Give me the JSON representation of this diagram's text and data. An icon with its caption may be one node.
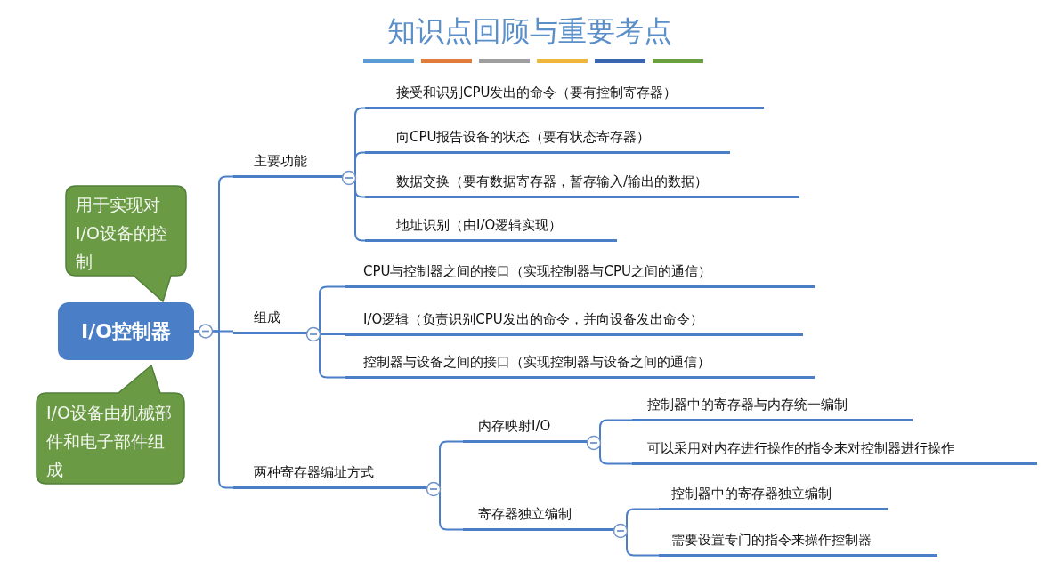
{
  "diagram": {
    "title": "知识点回顾与重要考点",
    "nodes": [
      {
        "text": [
          "I/O控制器"
        ]
      },
      {
        "text": [
          "用于实现对I/O设备的控制"
        ]
      },
      {
        "text": [
          "I/O设备由机械部件和电子部件组成"
        ]
      },
      {
        "text": [
          "主要功能"
        ]
      },
      {
        "text": [
          "接受和识别CPU发出的命令（要有控制寄存器）"
        ]
      },
      {
        "text": [
          "向CPU报告设备的状态（要有状态寄存器）"
        ]
      },
      {
        "text": [
          "数据交换（要有数据寄存器，暂存输入/输出的数据）"
        ]
      },
      {
        "text": [
          "地址识别（由I/O逻辑实现）"
        ]
      },
      {
        "text": [
          "组成"
        ]
      },
      {
        "text": [
          "CPU与控制器之间的接口（实现控制器与CPU之间的通信）"
        ]
      },
      {
        "text": [
          "I/O逻辑（负责识别CPU发出的命令，并向设备发出命令）"
        ]
      },
      {
        "text": [
          "控制器与设备之间的接口（实现控制器与设备之间的通信）"
        ]
      },
      {
        "text": [
          "两种寄存器编址方式"
        ]
      },
      {
        "text": [
          "内存映射I/O"
        ]
      },
      {
        "text": [
          "控制器中的寄存器与内存统一编制"
        ]
      },
      {
        "text": [
          "可以采用对内存进行操作的指令来对控制器进行操作"
        ]
      },
      {
        "text": [
          "寄存器独立编制"
        ]
      },
      {
        "text": [
          "控制器中的寄存器独立编制"
        ]
      },
      {
        "text": [
          "需要设置专门的指令来操作控制器"
        ]
      }
    ],
    "edges": [
      {
        "from": 0,
        "to": 3,
        "arrow": "none"
      },
      {
        "from": 0,
        "to": 8,
        "arrow": "none"
      },
      {
        "from": 0,
        "to": 12,
        "arrow": "none"
      },
      {
        "from": 3,
        "to": 4,
        "arrow": "none"
      },
      {
        "from": 3,
        "to": 5,
        "arrow": "none"
      },
      {
        "from": 3,
        "to": 6,
        "arrow": "none"
      },
      {
        "from": 3,
        "to": 7,
        "arrow": "none"
      },
      {
        "from": 8,
        "to": 9,
        "arrow": "none"
      },
      {
        "from": 8,
        "to": 10,
        "arrow": "none"
      },
      {
        "from": 8,
        "to": 11,
        "arrow": "none"
      },
      {
        "from": 12,
        "to": 13,
        "arrow": "none"
      },
      {
        "from": 12,
        "to": 16,
        "arrow": "none"
      },
      {
        "from": 13,
        "to": 14,
        "arrow": "none"
      },
      {
        "from": 13,
        "to": 15,
        "arrow": "none"
      },
      {
        "from": 16,
        "to": 17,
        "arrow": "none"
      },
      {
        "from": 16,
        "to": 18,
        "arrow": "none"
      }
    ]
  }
}
